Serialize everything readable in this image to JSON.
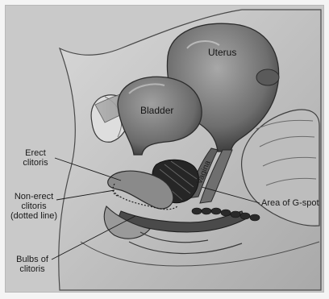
{
  "organs": {
    "uterus": "Uterus",
    "bladder": "Bladder",
    "vagina": "Vagina"
  },
  "callouts": {
    "erect_clitoris": "Erect clitoris",
    "non_erect_clitoris": "Non-erect clitoris (dotted line)",
    "area_g_spot": "Area of G-spot",
    "bulbs_clitoris": "Bulbs of clitoris"
  },
  "colors": {
    "background": "#c9c9c9",
    "organ_fill": "#7d7d7d",
    "ink": "#1a1a1a"
  }
}
